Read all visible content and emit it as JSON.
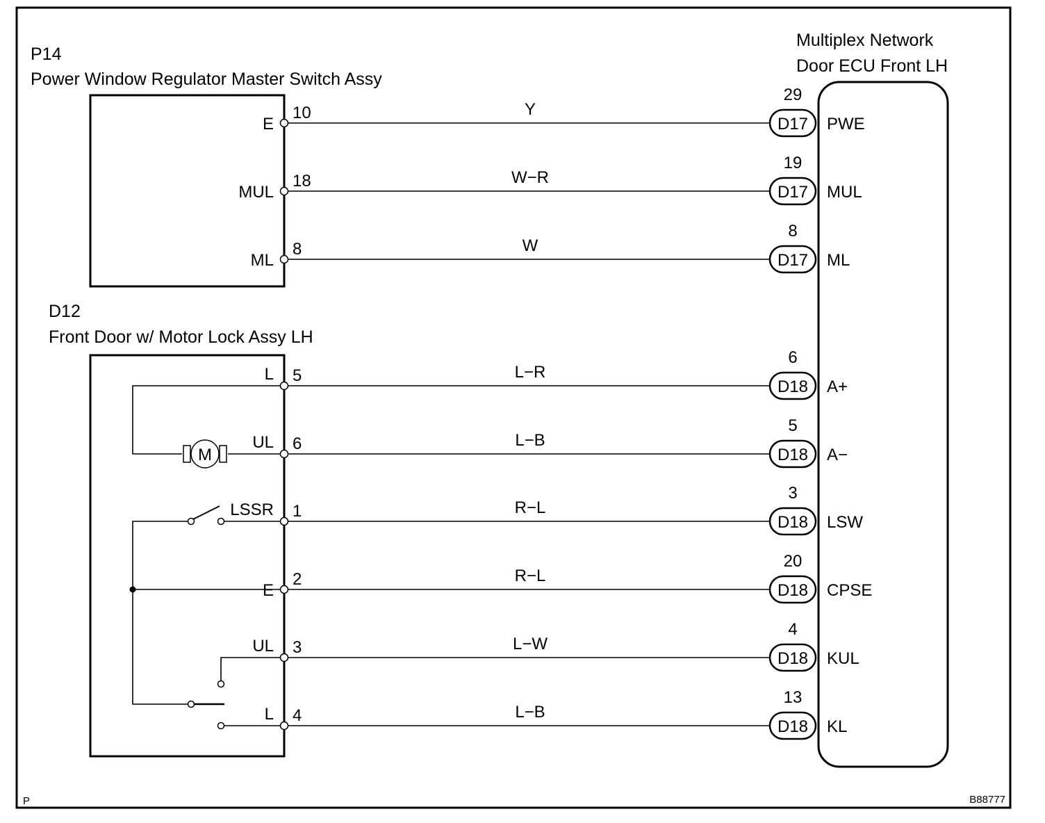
{
  "frame": {
    "corner_label": "P",
    "figure_id": "B88777"
  },
  "p14": {
    "code": "P14",
    "name": "Power Window Regulator Master Switch Assy",
    "pins": [
      {
        "name": "E",
        "pin": "10"
      },
      {
        "name": "MUL",
        "pin": "18"
      },
      {
        "name": "ML",
        "pin": "8"
      }
    ]
  },
  "d12": {
    "code": "D12",
    "name": "Front Door w/ Motor Lock Assy LH",
    "motor_symbol": "M",
    "pins": [
      {
        "name": "L",
        "pin": "5"
      },
      {
        "name": "UL",
        "pin": "6"
      },
      {
        "name": "LSSR",
        "pin": "1"
      },
      {
        "name": "E",
        "pin": "2"
      },
      {
        "name": "UL",
        "pin": "3"
      },
      {
        "name": "L",
        "pin": "4"
      }
    ]
  },
  "ecu": {
    "title_line1": "Multiplex Network",
    "title_line2": "Door ECU Front LH"
  },
  "wires": [
    {
      "color": "Y",
      "connector": "D17",
      "ecu_pin": "29",
      "signal": "PWE"
    },
    {
      "color": "W-R",
      "connector": "D17",
      "ecu_pin": "19",
      "signal": "MUL"
    },
    {
      "color": "W",
      "connector": "D17",
      "ecu_pin": "8",
      "signal": "ML"
    },
    {
      "color": "L-R",
      "connector": "D18",
      "ecu_pin": "6",
      "signal": "A+"
    },
    {
      "color": "L-B",
      "connector": "D18",
      "ecu_pin": "5",
      "signal": "A-"
    },
    {
      "color": "R-L",
      "connector": "D18",
      "ecu_pin": "3",
      "signal": "LSW"
    },
    {
      "color": "R-L",
      "connector": "D18",
      "ecu_pin": "20",
      "signal": "CPSE"
    },
    {
      "color": "L-W",
      "connector": "D18",
      "ecu_pin": "4",
      "signal": "KUL"
    },
    {
      "color": "L-B",
      "connector": "D18",
      "ecu_pin": "13",
      "signal": "KL"
    }
  ]
}
